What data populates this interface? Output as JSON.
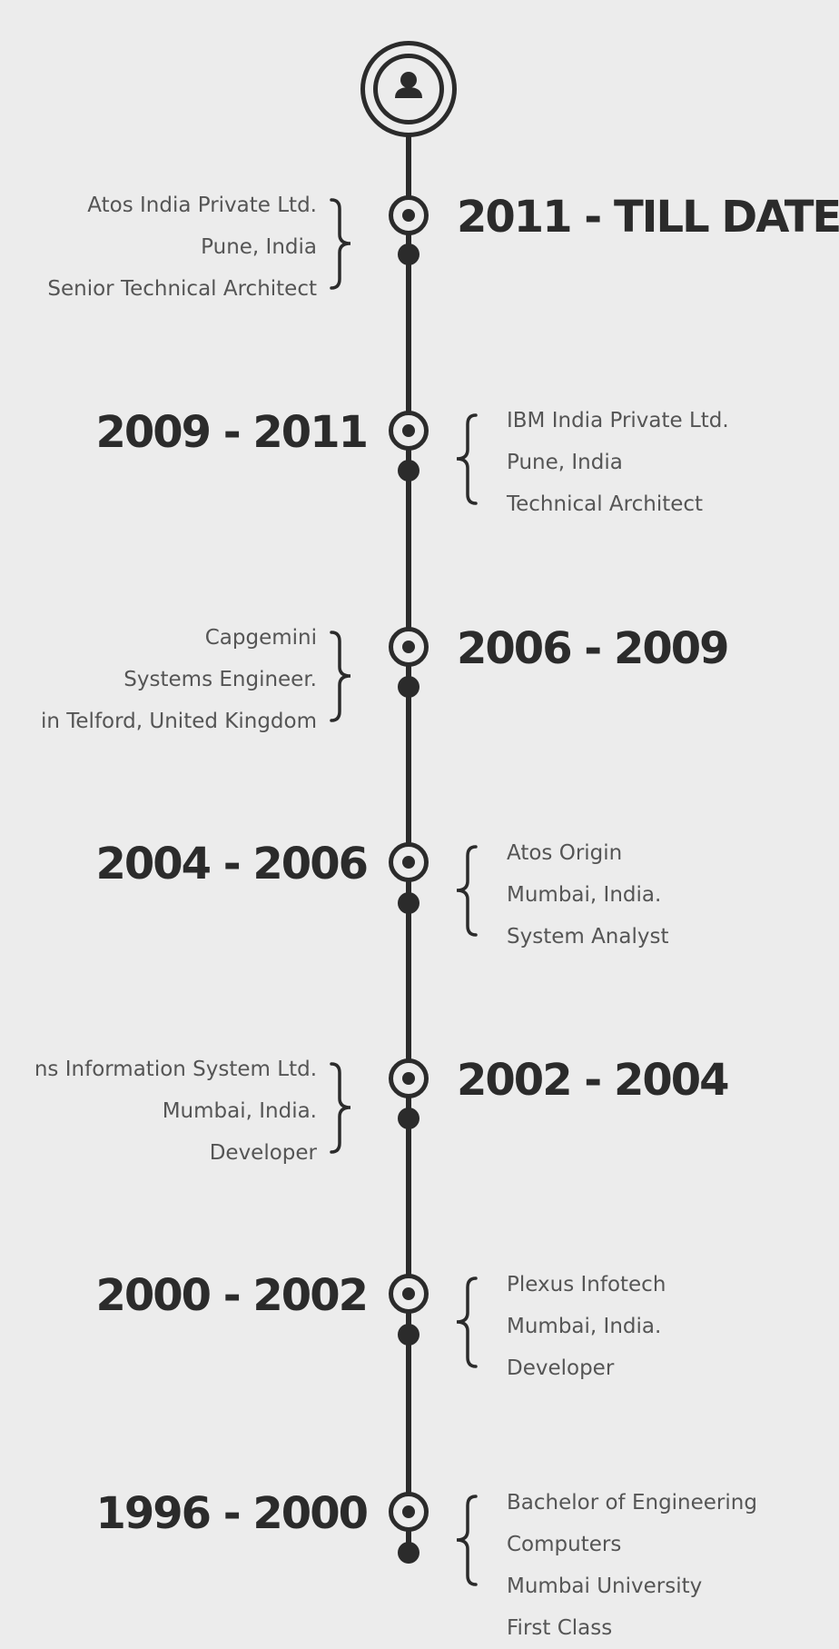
{
  "profile": {
    "icon": "user-icon"
  },
  "timeline": [
    {
      "period": "2011 - TILL DATE",
      "lines": [
        "Atos India Private Ltd.",
        "Pune, India",
        "Senior Technical Architect"
      ]
    },
    {
      "period": "2009 - 2011",
      "lines": [
        "IBM India Private Ltd.",
        "Pune, India",
        "Technical Architect"
      ]
    },
    {
      "period": "2006 - 2009",
      "lines": [
        "Capgemini",
        "Systems Engineer.",
        "in Telford, United Kingdom"
      ]
    },
    {
      "period": "2004 - 2006",
      "lines": [
        "Atos Origin",
        "Mumbai, India.",
        "System Analyst"
      ]
    },
    {
      "period": "2002 - 2004",
      "lines": [
        "ns Information System Ltd.",
        "Mumbai, India.",
        "Developer"
      ]
    },
    {
      "period": "2000 - 2002",
      "lines": [
        "Plexus Infotech",
        "Mumbai, India.",
        "Developer"
      ]
    },
    {
      "period": "1996 - 2000",
      "lines": [
        "Bachelor of Engineering",
        "Computers",
        "Mumbai University",
        "First Class"
      ]
    }
  ]
}
